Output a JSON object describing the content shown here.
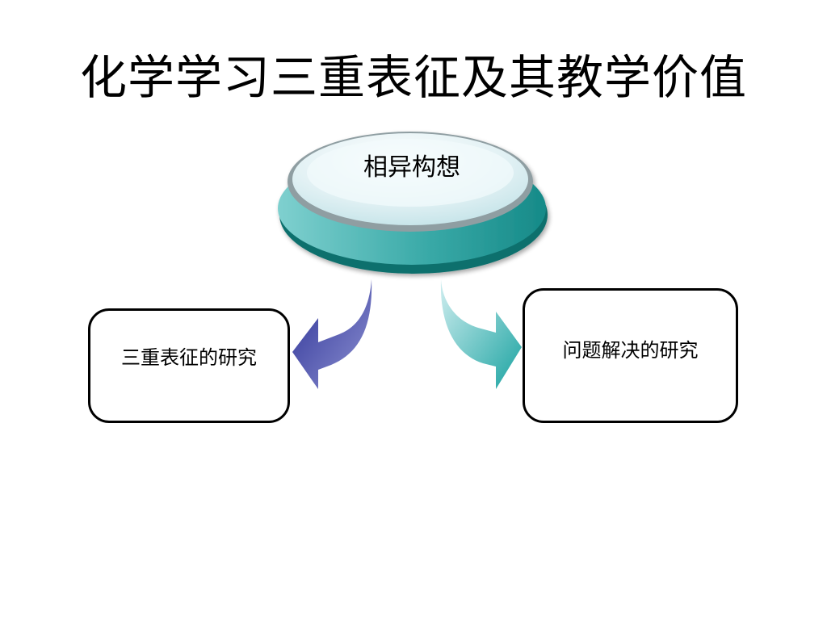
{
  "slide": {
    "title": "化学学习三重表征及其教学价值"
  },
  "diagram": {
    "hub": {
      "label": "相异构想"
    },
    "left_node": {
      "label": "三重表征的研究"
    },
    "right_node": {
      "label": "问题解决的研究"
    },
    "colors": {
      "hub_base_light": "#7fd0cf",
      "hub_base_dark": "#168a88",
      "hub_top_light": "#ffffff",
      "hub_top_dark": "#c3e3e8",
      "hub_rim": "#8f9ea2",
      "left_arrow_light": "#8e92d2",
      "left_arrow_dark": "#2c3196",
      "right_arrow_light": "#d0eef0",
      "right_arrow_dark": "#1aa3a1",
      "box_border": "#000000"
    }
  }
}
